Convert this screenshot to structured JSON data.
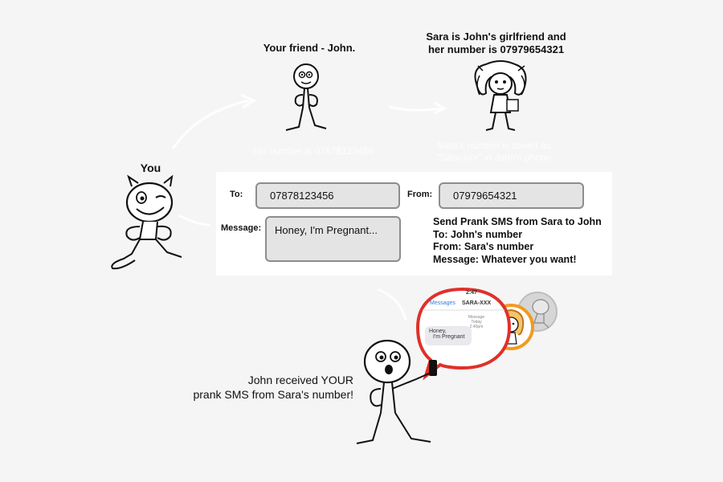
{
  "labels": {
    "friend": "Your friend - John.",
    "sara_line1": "Sara is John's girlfriend and",
    "sara_line2": "her number is 07979654321",
    "you": "You",
    "his_number": "His number is 07878123456",
    "sara_saved_line1": "Sara's number is saved as",
    "sara_saved_line2": "\"Sara-xxx\" in John's phone"
  },
  "form": {
    "to_label": "To:",
    "to_value": "07878123456",
    "from_label": "From:",
    "from_value": "07979654321",
    "message_label": "Message:",
    "message_value": "Honey, I'm Pregnant..."
  },
  "instructions": {
    "line1": "Send Prank SMS from Sara to John",
    "line2": "To: John's number",
    "line3": "From: Sara's number",
    "line4": "Message: Whatever you want!"
  },
  "result": {
    "line1": "John received YOUR",
    "line2": "prank SMS from Sara's number!"
  },
  "phone": {
    "back": "Messages",
    "contact": "SARA-XXX",
    "meta1": "Message",
    "meta2": "Today 2:40pm",
    "bubble1": "Honey,",
    "bubble2": "I'm Pregnant",
    "time": "2:47"
  },
  "colors": {
    "bubble_border": "#e0302a",
    "avatar_ring": "#f29a1f",
    "field_bg": "#e4e4e4",
    "ios_blue": "#2f7de1"
  },
  "icons": [
    "you-character",
    "john-character",
    "sara-character",
    "phone-bubble",
    "sara-avatar",
    "you-avatar",
    "arrow-curve"
  ]
}
